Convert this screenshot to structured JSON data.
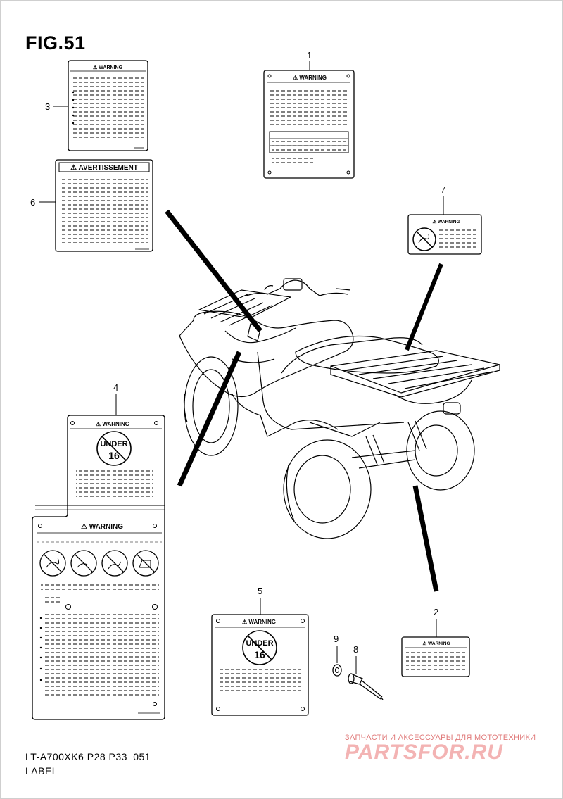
{
  "figure": {
    "title": "FIG.51",
    "model_code": "LT-A700XK6 P28 P33_051",
    "section_name": "LABEL"
  },
  "labels": {
    "warning": "WARNING",
    "avertissement": "AVERTISSEMENT",
    "under": "UNDER",
    "age": "16"
  },
  "callouts": [
    "1",
    "2",
    "3",
    "4",
    "5",
    "6",
    "7",
    "8",
    "9"
  ],
  "watermark": {
    "tagline": "ЗАПЧАСТИ И АКСЕССУАРЫ ДЛЯ МОТОТЕХНИКИ",
    "brand": "PARTSFOR.RU"
  },
  "colors": {
    "line": "#000000",
    "watermark_text": "#e07a7a",
    "watermark_brand": "#f3b3b3"
  }
}
